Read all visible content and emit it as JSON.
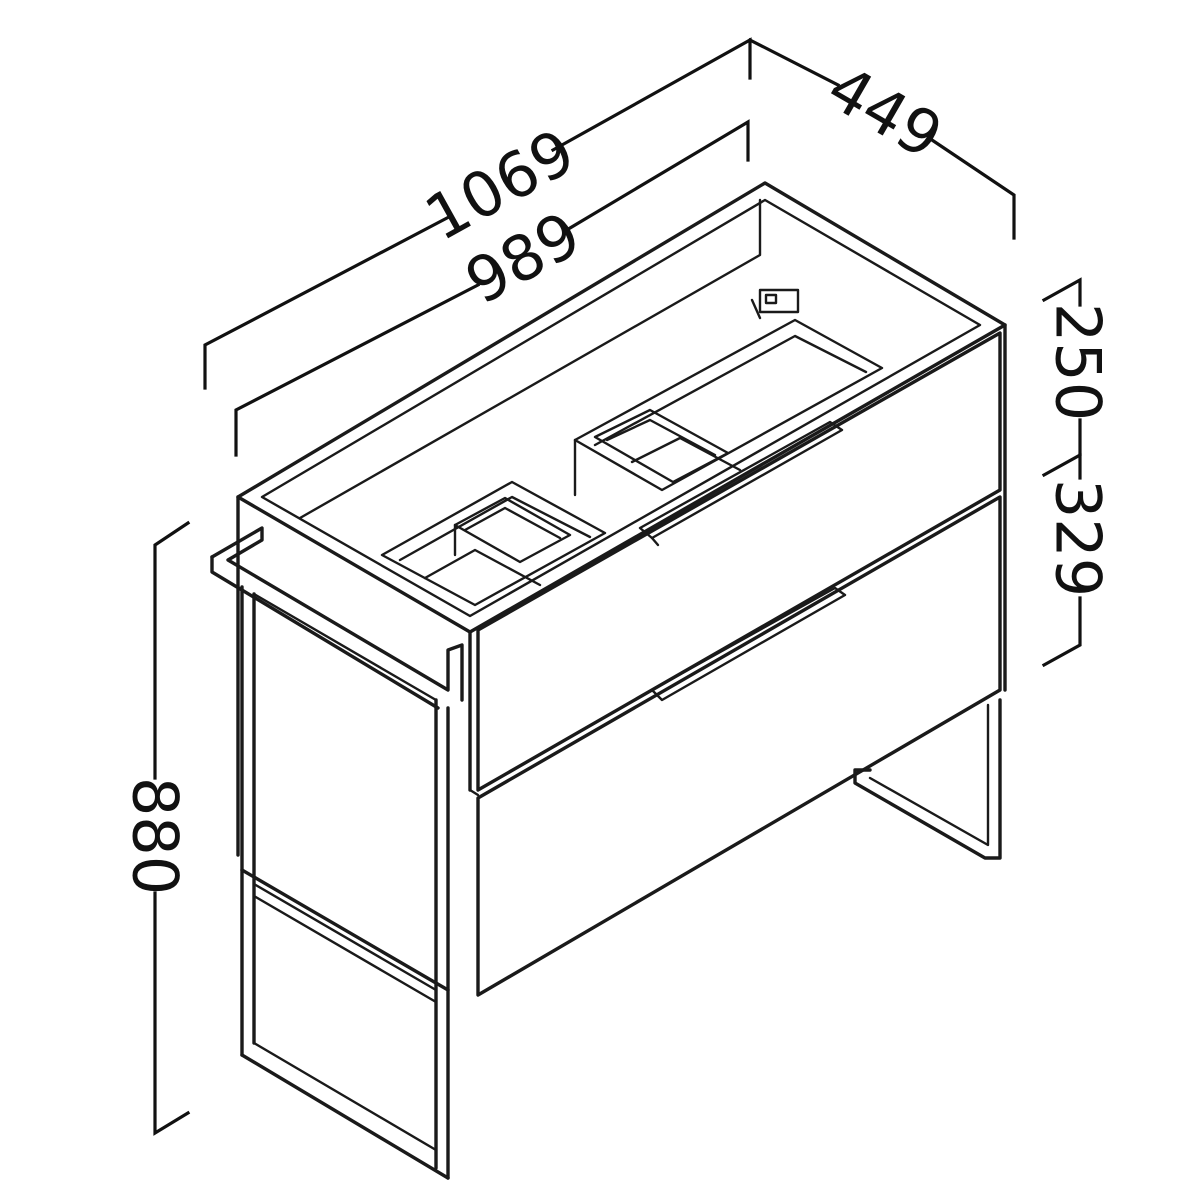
{
  "colors": {
    "line": "#1a1a1a",
    "background": "#ffffff"
  },
  "dimensions": {
    "overall_width": "1069",
    "inner_width": "989",
    "depth": "449",
    "top_drawer_height": "250",
    "bottom_drawer_height": "329",
    "total_height": "880"
  }
}
